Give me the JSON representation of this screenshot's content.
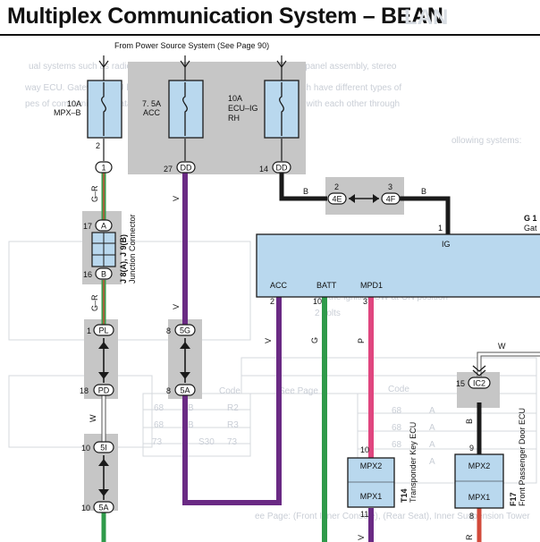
{
  "page": {
    "title": "Multiplex Communication System – BEAN",
    "title_ghost": "LAN"
  },
  "colors": {
    "wire_violet": "#6a2a84",
    "wire_green": "#2f9a4a",
    "wire_pink": "#e0467f",
    "wire_black": "#1a1a1a",
    "wire_white": "#ffffff",
    "wire_gr_green": "#3a9a4a",
    "wire_gr_red": "#d24a3a",
    "box_blue": "#b9d8ee",
    "box_gray": "#c6c6c6",
    "ghost_text": "#c9ced6"
  },
  "diagram": {
    "source_label": "From Power Source System (See Page 90)",
    "fuses": [
      {
        "id": "mpxb",
        "rating": "10A",
        "name": "MPX–B",
        "name2": ""
      },
      {
        "id": "acc",
        "rating": "7. 5A",
        "name": "ACC",
        "name2": ""
      },
      {
        "id": "ecuig",
        "rating": "10A",
        "name": "ECU–IG",
        "name2": "RH"
      }
    ],
    "pins": {
      "mpxb_out": "2",
      "acc_out": "27",
      "ecuig_out": "14",
      "jc_in": "17",
      "jc_out": "16",
      "pl": "1",
      "pd": "18",
      "s1": "10",
      "s5a": "10",
      "c5g": "8",
      "c5a": "8",
      "e4": "2",
      "f4": "3",
      "ig": "1",
      "acc": "2",
      "batt": "10",
      "mpd1": "3",
      "ic2": "15",
      "t14_mpx2": "10",
      "t14_mpx1": "11",
      "f17_mpx2": "9",
      "f17_mpx1": "8"
    },
    "connectors": {
      "c1": "1",
      "dd": "DD",
      "a": "A",
      "b": "B",
      "pl": "PL",
      "pd": "PD",
      "s1": "5I",
      "s5a": "5A",
      "c5g": "5G",
      "c5a": "5A",
      "e4": "4E",
      "f4": "4F",
      "ic2": "IC2"
    },
    "wires": {
      "gr": "G–R",
      "v": "V",
      "w": "W",
      "b": "B",
      "g": "G",
      "p": "P",
      "r": "R"
    },
    "junction": {
      "code": "J 8(A), J 9(B)",
      "name": "Junction Connector"
    },
    "gateway": {
      "code": "G 1",
      "name": "Gat",
      "pin_ig": "IG",
      "pin_acc": "ACC",
      "pin_batt": "BATT",
      "pin_mpd1": "MPD1"
    },
    "ecus": [
      {
        "code": "T14",
        "name": "Transponder Key ECU",
        "mpx2": "MPX2",
        "mpx1": "MPX1"
      },
      {
        "code": "F17",
        "name": "Front Passenger Door ECU",
        "mpx2": "MPX2",
        "mpx1": "MPX1"
      }
    ]
  },
  "ghost": {
    "lines": [
      "ual systems such as radio receiver assembly, navigation receiver and panel assembly, stereo",
      "way ECU. Gateway ECU has communication functions with ECUs which have different types of",
      "pes of communication data can be shared. ECUs have communication with each other through",
      "ollowing systems:",
      "wn the ignition SW at ON position",
      "2 volts"
    ],
    "tables": {
      "code_header": "Code",
      "see_page": "See Page",
      "cells": [
        "R2",
        "R3",
        "68",
        "68",
        "B",
        "B",
        "A",
        "A",
        "A",
        "A",
        "68",
        "68",
        "68",
        "73",
        "S30",
        "73"
      ],
      "footer": "ee Page: (Front Inner Console), (Rear Seat), Inner Suspension Tower"
    }
  }
}
